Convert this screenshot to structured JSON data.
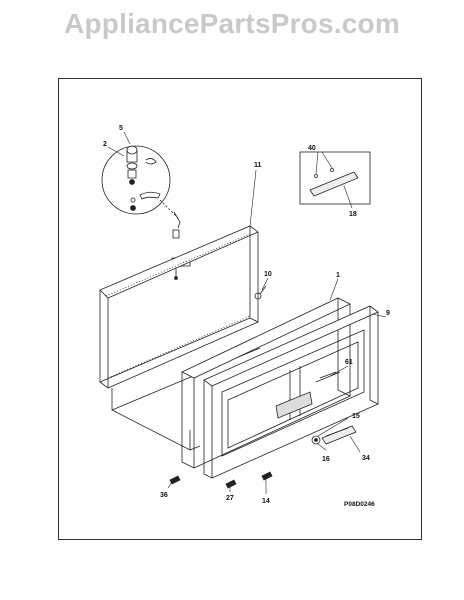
{
  "watermark": "AppliancePartsPros.com",
  "diagram_code": "P08D0246",
  "callouts": {
    "c1": "1",
    "c2": "2",
    "c5": "5",
    "c9": "9",
    "c10": "10",
    "c11": "11",
    "c14": "14",
    "c15": "15",
    "c16": "16",
    "c18": "18",
    "c27": "27",
    "c34": "34",
    "c36": "36",
    "c40": "40",
    "c61": "61"
  }
}
